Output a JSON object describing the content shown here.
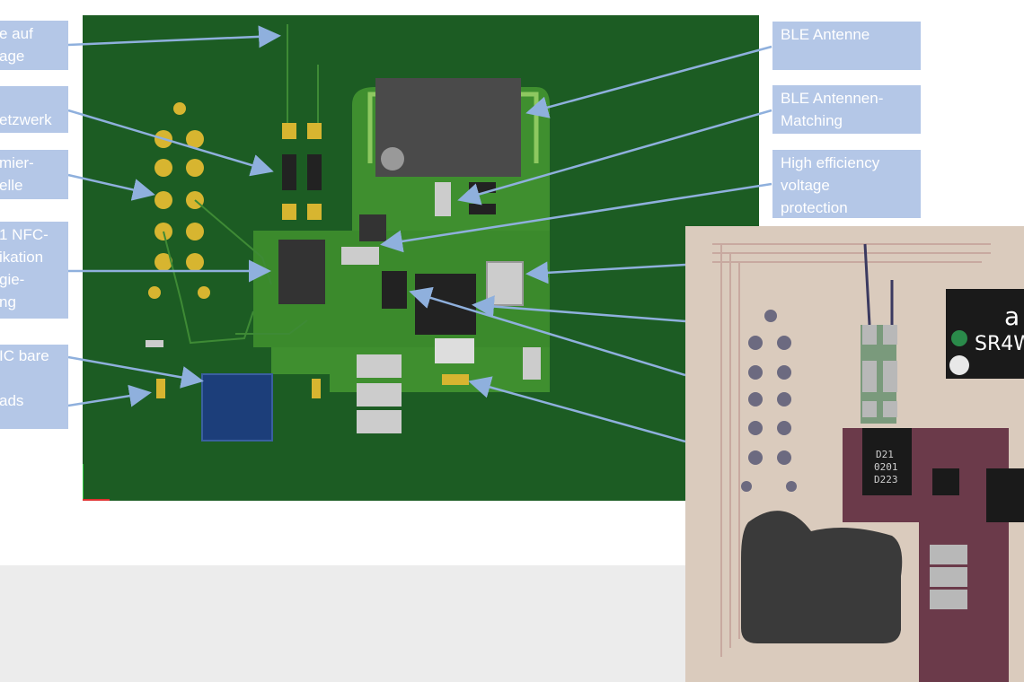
{
  "labels_left": [
    "e auf\nage",
    "etzwerk",
    "mier-\nelle",
    "1 NFC-\nikation\ngie-\nng",
    "IC bare\n\nads"
  ],
  "labels_right": [
    "BLE Antenne",
    "BLE Antennen-\nMatching",
    "High efficiency\nvoltage\nprotection"
  ],
  "photo_chip_text": [
    "SR4W",
    "a"
  ],
  "photo_ic_text": [
    "D21",
    "0201",
    "D223"
  ],
  "colors": {
    "board": "#1c5c23",
    "label_bg": "#b4c7e7",
    "arrow": "#8fb0dd",
    "photo_bg": "#d8c6b8"
  }
}
